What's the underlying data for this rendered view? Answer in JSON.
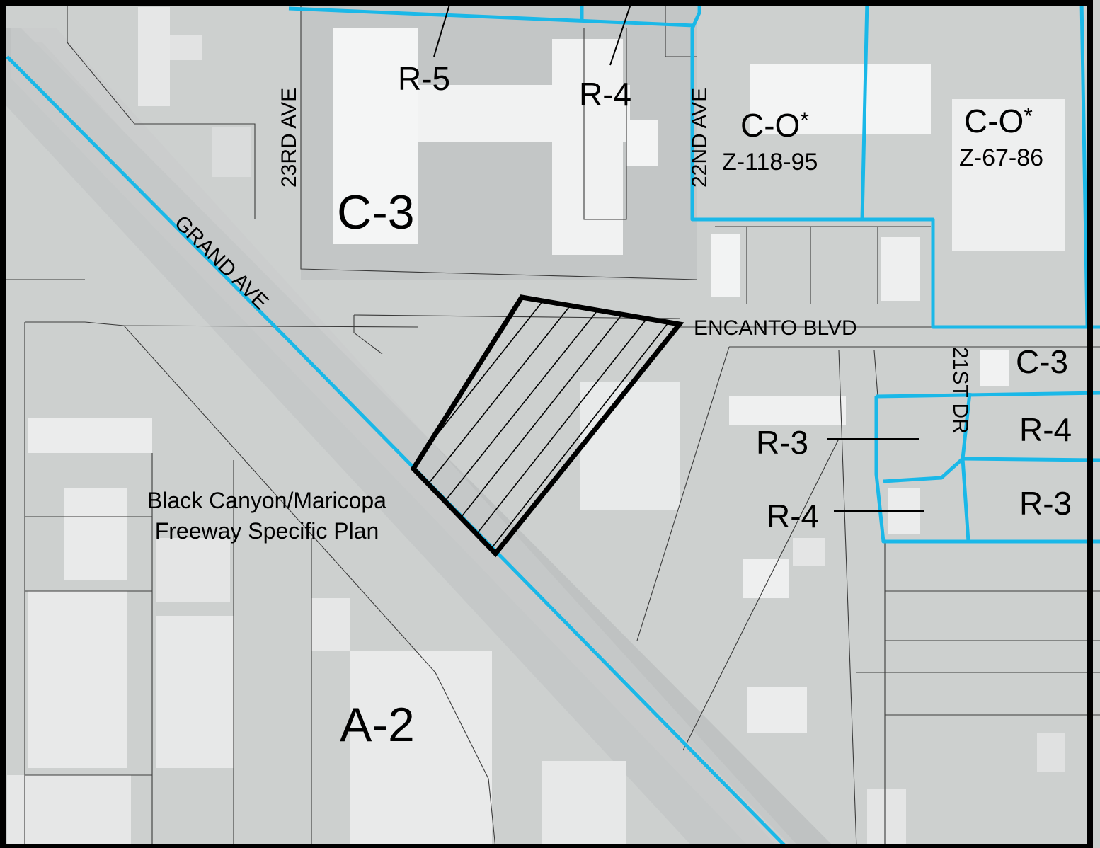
{
  "streets": {
    "grand_ave": "GRAND AVE",
    "ave_23rd": "23RD AVE",
    "ave_22nd": "22ND AVE",
    "dr_21st": "21ST DR",
    "encanto_blvd": "ENCANTO BLVD"
  },
  "zones": {
    "r5_north": "R-5",
    "r4_north": "R-4",
    "c3_main": "C-3",
    "co_west": "C-O",
    "co_west_case": "Z-118-95",
    "co_east": "C-O",
    "co_east_case": "Z-67-86",
    "asterisk": "*",
    "c3_east": "C-3",
    "r4_east": "R-4",
    "r3_mid": "R-3",
    "r3_east": "R-3",
    "r4_mid": "R-4",
    "a2_south": "A-2"
  },
  "specific_plan": {
    "line1": "Black Canyon/Maricopa",
    "line2": "Freeway Specific Plan"
  },
  "colors": {
    "zoning_line": "#1ab8e8",
    "subject_outline": "#000000",
    "basemap": "#cfd1d1"
  }
}
